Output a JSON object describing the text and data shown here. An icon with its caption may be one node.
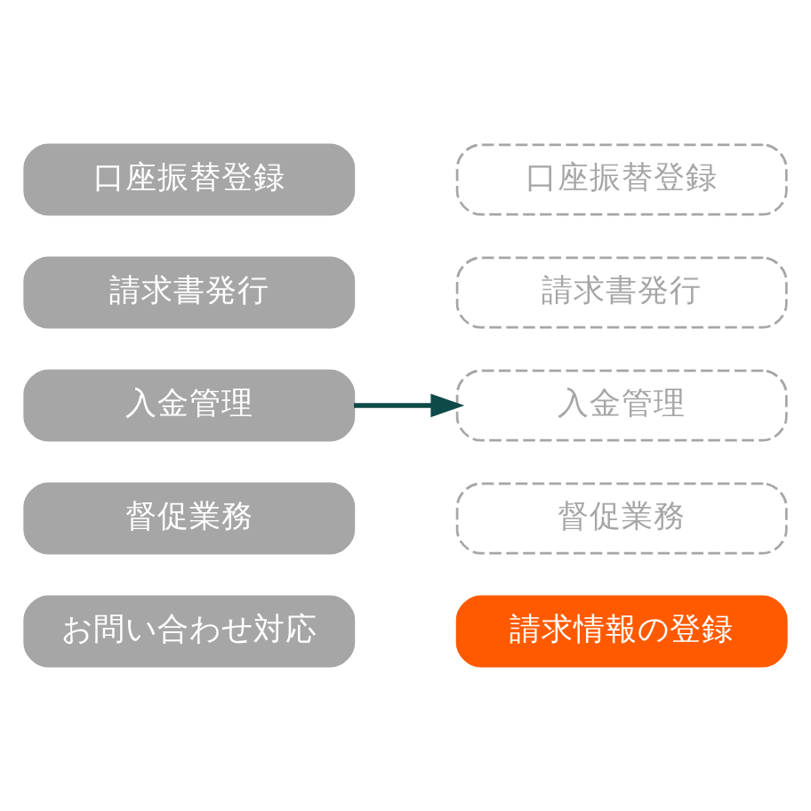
{
  "diagram": {
    "nodes": [
      {
        "text": [
          "口座振替登録"
        ]
      },
      {
        "text": [
          "請求書発行"
        ]
      },
      {
        "text": [
          "入金管理"
        ]
      },
      {
        "text": [
          "督促業務"
        ]
      },
      {
        "text": [
          "お問い合わせ対応"
        ]
      },
      {
        "text": [
          "口座振替登録"
        ]
      },
      {
        "text": [
          "請求書発行"
        ]
      },
      {
        "text": [
          "入金管理"
        ]
      },
      {
        "text": [
          "督促業務"
        ]
      },
      {
        "text": [
          "請求情報の登録"
        ]
      }
    ],
    "edges": [
      {
        "from": 2,
        "to": 7,
        "arrow": "to",
        "color": "#0e4a47"
      }
    ]
  }
}
